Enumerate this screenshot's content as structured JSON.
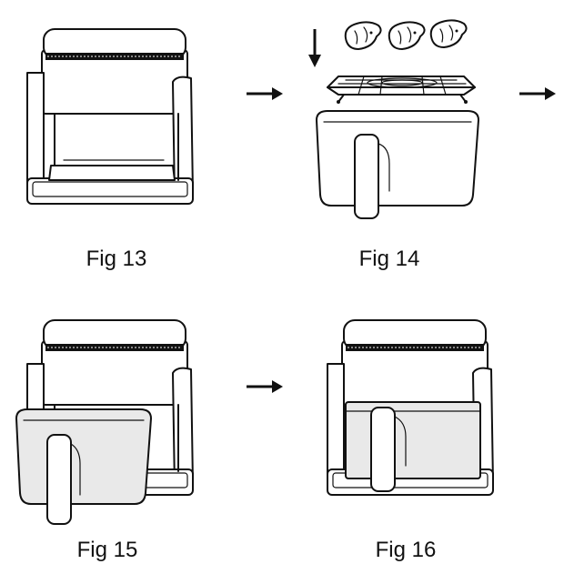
{
  "figures": [
    {
      "label": "Fig 13"
    },
    {
      "label": "Fig 14"
    },
    {
      "label": "Fig 15"
    },
    {
      "label": "Fig 16"
    }
  ],
  "icons": {
    "arrow": "right-arrow-icon",
    "down_arrow": "down-arrow-icon",
    "food": "chicken-wing-icon"
  },
  "colors": {
    "line": "#111111",
    "basket_fill": "#e9e9e9",
    "background": "#ffffff"
  }
}
